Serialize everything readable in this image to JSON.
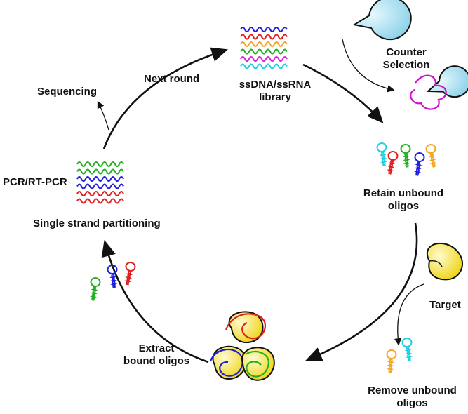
{
  "labels": {
    "library_line1": "ssDNA/ssRNA",
    "library_line2": "library",
    "counter_line1": "Counter",
    "counter_line2": "Selection",
    "retain_line1": "Retain unbound",
    "retain_line2": "oligos",
    "target": "Target",
    "remove_line1": "Remove unbound",
    "remove_line2": "oligos",
    "extract_line1": "Extract",
    "extract_line2": "bound oligos",
    "partition": "Single strand partitioning",
    "pcr": "PCR/RT-PCR",
    "sequencing": "Sequencing",
    "next_round": "Next round"
  },
  "colors": {
    "strand_colors": [
      "#1f1fe0",
      "#e01f1f",
      "#f5a623",
      "#22b022",
      "#e020e0",
      "#22d0e0"
    ],
    "counter_protein": "#b8e6f5",
    "target_protein": "#f5e640",
    "arrow": "#111111"
  }
}
